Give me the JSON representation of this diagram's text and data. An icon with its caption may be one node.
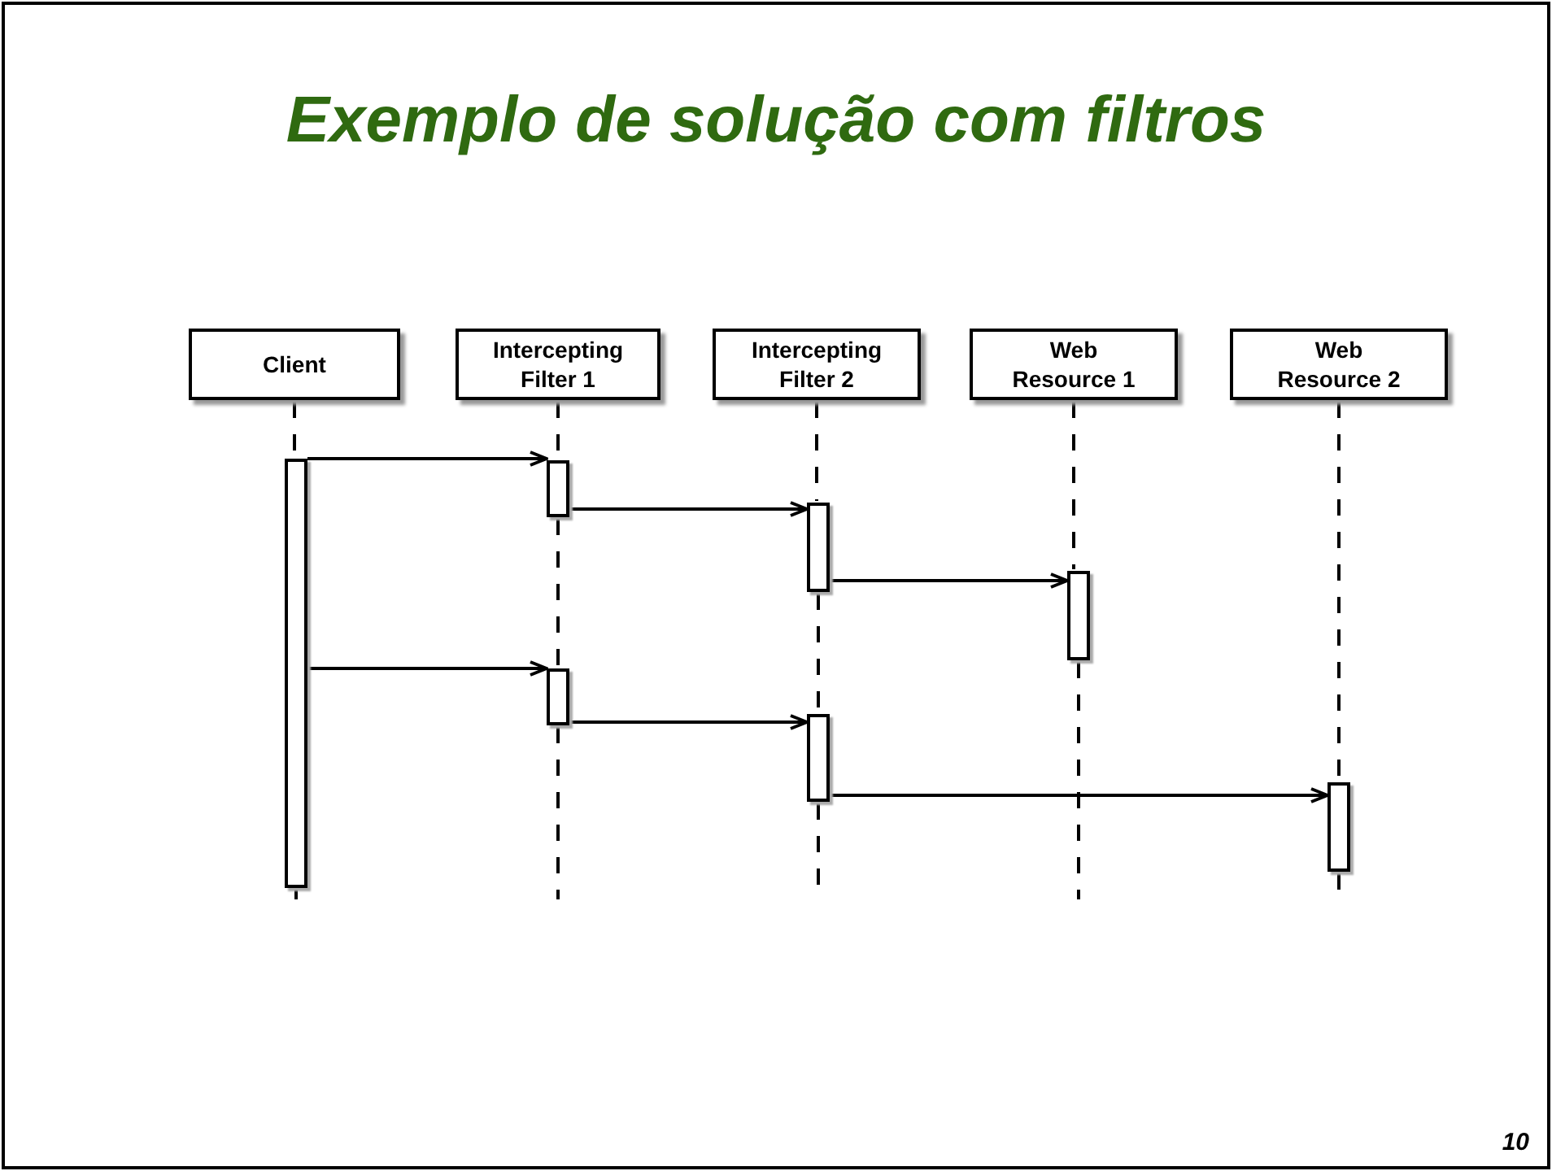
{
  "diagram": {
    "title": "Exemplo de solução com filtros",
    "nodes": [
      {
        "text": [
          "Client"
        ]
      },
      {
        "text": [
          "Intercepting Filter 1"
        ]
      },
      {
        "text": [
          "Intercepting Filter 2"
        ]
      },
      {
        "text": [
          "Web Resource 1"
        ]
      },
      {
        "text": [
          "Web Resource 2"
        ]
      },
      {
        "text": [],
        "shape": "bar"
      },
      {
        "text": [],
        "shape": "bar"
      },
      {
        "text": [],
        "shape": "bar"
      },
      {
        "text": [],
        "shape": "bar"
      },
      {
        "text": [],
        "shape": "bar"
      },
      {
        "text": [],
        "shape": "bar"
      },
      {
        "text": [],
        "shape": "bar"
      }
    ],
    "edges": [
      {
        "from": 5,
        "to": 6,
        "arrow": "to"
      },
      {
        "from": 6,
        "to": 8,
        "arrow": "to"
      },
      {
        "from": 8,
        "to": 10,
        "arrow": "to"
      },
      {
        "from": 5,
        "to": 7,
        "arrow": "to"
      },
      {
        "from": 7,
        "to": 9,
        "arrow": "to"
      },
      {
        "from": 9,
        "to": 11,
        "arrow": "to"
      },
      {
        "from": 0,
        "to": 5,
        "arrow": "none",
        "style": "dashed"
      },
      {
        "from": 5,
        "to": null,
        "arrow": "none",
        "style": "dashed"
      },
      {
        "from": 1,
        "to": 6,
        "arrow": "none",
        "style": "dashed"
      },
      {
        "from": 6,
        "to": 7,
        "arrow": "none",
        "style": "dashed"
      },
      {
        "from": 7,
        "to": null,
        "arrow": "none",
        "style": "dashed"
      },
      {
        "from": 2,
        "to": 8,
        "arrow": "none",
        "style": "dashed"
      },
      {
        "from": 8,
        "to": 9,
        "arrow": "none",
        "style": "dashed"
      },
      {
        "from": 9,
        "to": null,
        "arrow": "none",
        "style": "dashed"
      },
      {
        "from": 3,
        "to": 10,
        "arrow": "none",
        "style": "dashed"
      },
      {
        "from": 10,
        "to": null,
        "arrow": "none",
        "style": "dashed"
      },
      {
        "from": 4,
        "to": 11,
        "arrow": "none",
        "style": "dashed"
      },
      {
        "from": 11,
        "to": null,
        "arrow": "none",
        "style": "dashed"
      }
    ],
    "labels": [
      "10"
    ]
  }
}
